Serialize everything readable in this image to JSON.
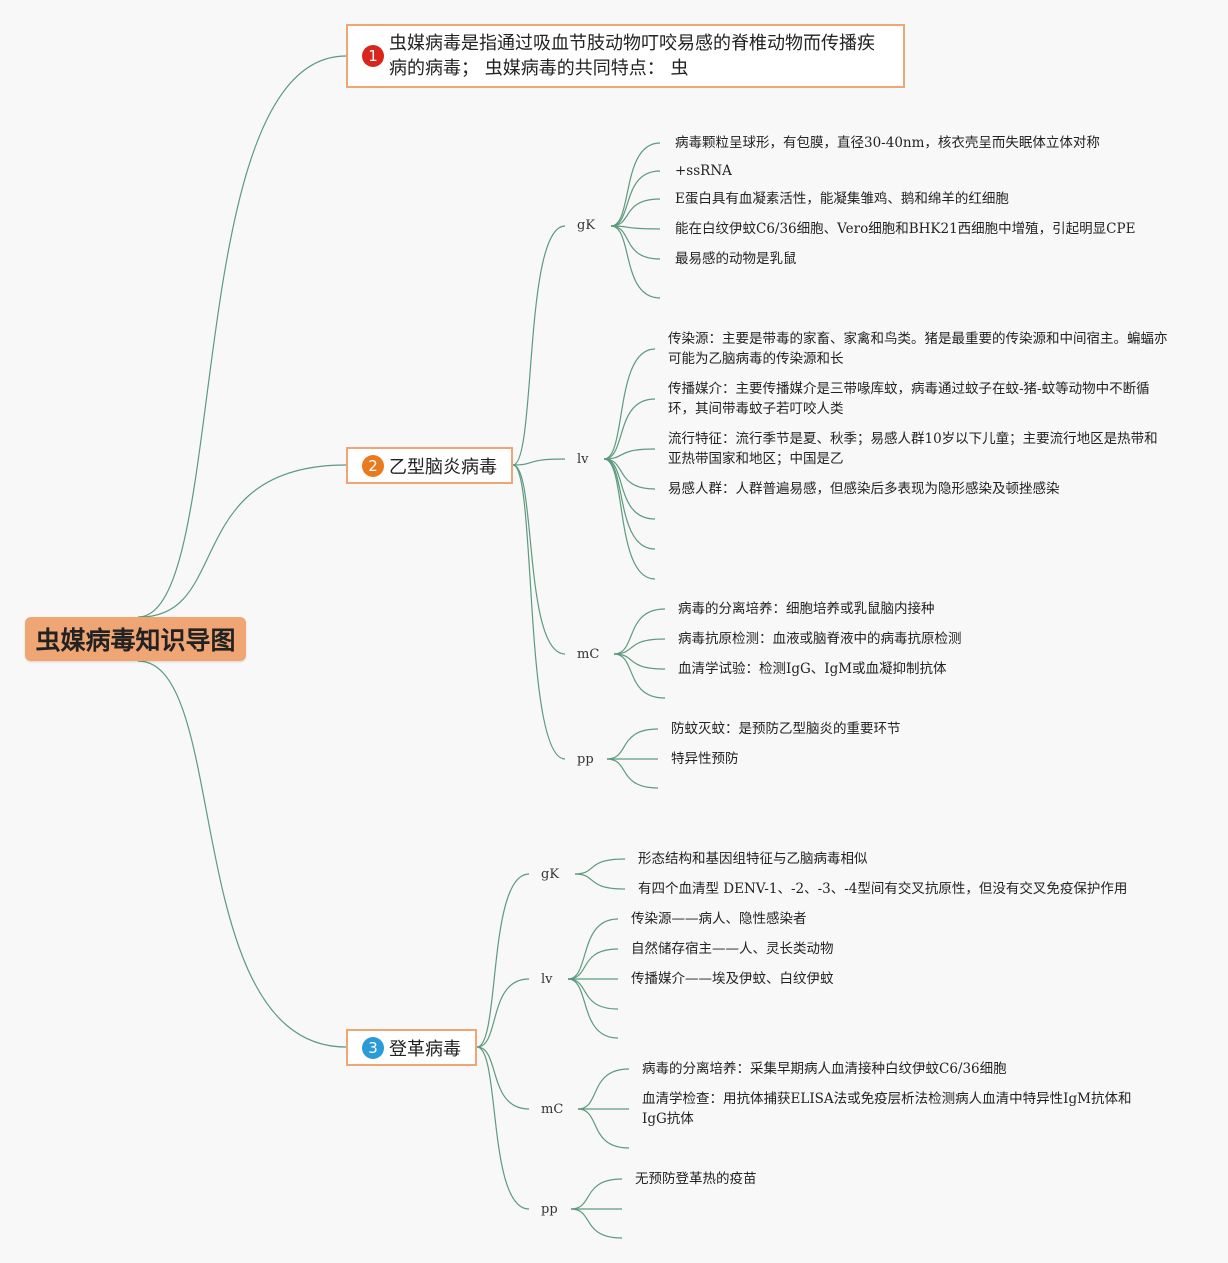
{
  "root": {
    "label": "虫媒病毒知识导图"
  },
  "topic1": {
    "badge": "1",
    "label": "虫媒病毒是指通过吸血节肢动物叮咬易感的脊椎动物而传播疾病的病毒； 虫媒病毒的共同特点： 虫"
  },
  "topic2": {
    "badge": "2",
    "label": "乙型脑炎病毒",
    "gk": {
      "label": "gK",
      "items": [
        "病毒颗粒呈球形，有包膜，直径30-40nm，核衣壳呈而失眠体立体对称",
        "+ssRNA",
        "E蛋白具有血凝素活性，能凝集雏鸡、鹅和绵羊的红细胞",
        "能在白纹伊蚊C6/36细胞、Vero细胞和BHK21西细胞中增殖，引起明显CPE",
        "最易感的动物是乳鼠"
      ]
    },
    "lv": {
      "label": "lv",
      "items": [
        "传染源：主要是带毒的家畜、家禽和鸟类。猪是最重要的传染源和中间宿主。蝙蝠亦可能为乙脑病毒的传染源和长",
        "传播媒介：主要传播媒介是三带喙库蚊，病毒通过蚊子在蚊-猪-蚊等动物中不断循环，其间带毒蚊子若叮咬人类",
        "流行特征：流行季节是夏、秋季；易感人群10岁以下儿童；主要流行地区是热带和亚热带国家和地区；中国是乙",
        "易感人群：人群普遍易感，但感染后多表现为隐形感染及顿挫感染"
      ]
    },
    "mc": {
      "label": "mC",
      "items": [
        "病毒的分离培养：细胞培养或乳鼠脑内接种",
        "病毒抗原检测：血液或脑脊液中的病毒抗原检测",
        "血清学试验：检测IgG、IgM或血凝抑制抗体"
      ]
    },
    "pp": {
      "label": "pp",
      "items": [
        "防蚊灭蚊：是预防乙型脑炎的重要环节",
        "特异性预防"
      ]
    }
  },
  "topic3": {
    "badge": "3",
    "label": "登革病毒",
    "gk": {
      "label": "gK",
      "items": [
        "形态结构和基因组特征与乙脑病毒相似",
        "有四个血清型 DENV-1、-2、-3、-4型间有交叉抗原性，但没有交叉免疫保护作用"
      ]
    },
    "lv": {
      "label": "lv",
      "items": [
        "传染源——病人、隐性感染者",
        "自然储存宿主——人、灵长类动物",
        "传播媒介——埃及伊蚊、白纹伊蚊"
      ]
    },
    "mc": {
      "label": "mC",
      "items": [
        "病毒的分离培养：采集早期病人血清接种白纹伊蚊C6/36细胞",
        "血清学检查：用抗体捕获ELISA法或免疫层析法检测病人血清中特异性IgM抗体和IgG抗体"
      ]
    },
    "pp": {
      "label": "pp",
      "items": [
        "无预防登革热的疫苗"
      ]
    }
  },
  "colors": {
    "line": "#5c9a7f",
    "accent": "#f0a574",
    "badge1": "#d9261c",
    "badge2": "#ea7a1f",
    "badge3": "#2b9ad6"
  }
}
